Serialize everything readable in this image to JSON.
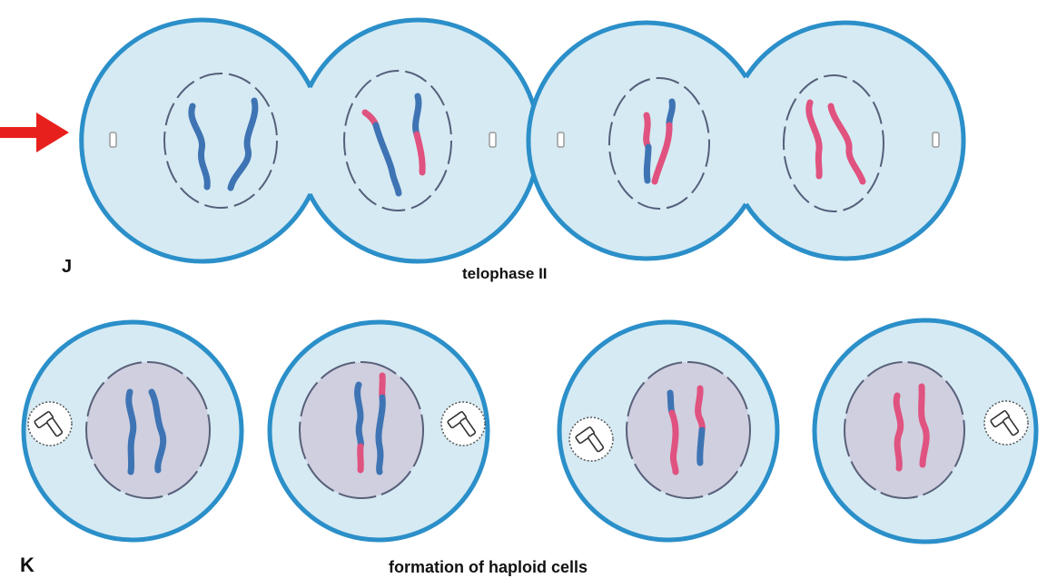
{
  "rows": {
    "telophase": {
      "letter": "J",
      "caption": "telophase II"
    },
    "haploid": {
      "letter": "K",
      "caption": "formation of haploid cells"
    }
  },
  "colors": {
    "arrow": "#e8201d",
    "cell_outline": "#2b8fc9",
    "cytoplasm": "#d6eaf3",
    "nucleus": "#cfcfdf",
    "chromatid_maternal": "#3e74b4",
    "chromatid_paternal": "#e0527f"
  },
  "icons": [
    "red-arrow-icon",
    "centriole-icon",
    "centrosome-icon"
  ]
}
